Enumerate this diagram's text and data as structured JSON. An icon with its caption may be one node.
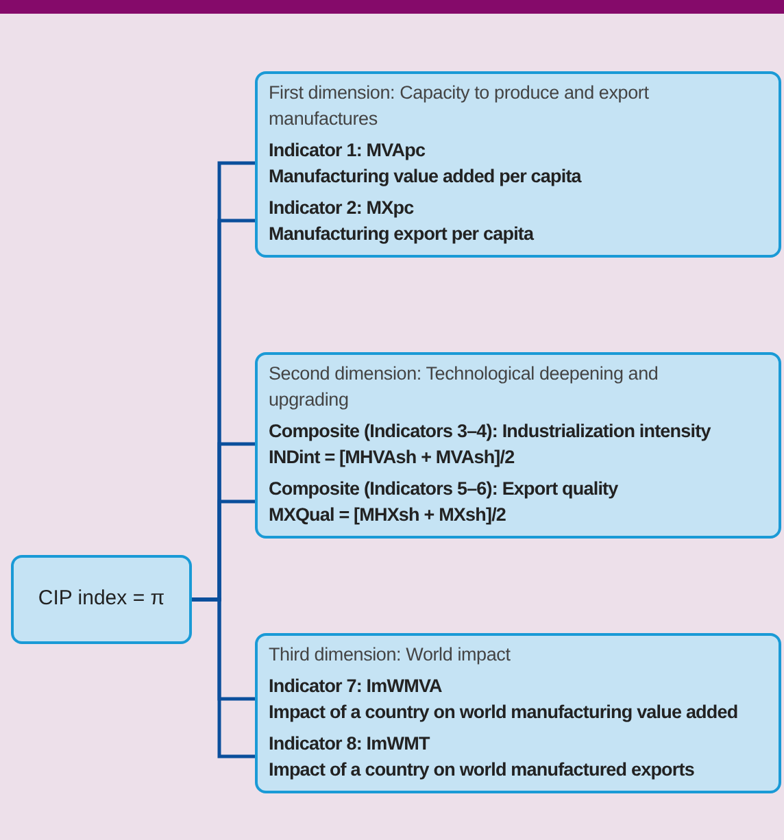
{
  "diagram": {
    "nodes": [
      {
        "text": [
          "CIP index = π"
        ]
      },
      {
        "text": [
          "First dimension: Capacity to produce and export manufactures"
        ]
      },
      {
        "text": [
          "Indicator 1: MVApc",
          "Manufacturing value added per capita"
        ],
        "in": 1
      },
      {
        "text": [
          "Indicator 2: MXpc",
          "Manufacturing export per capita"
        ],
        "in": 1
      },
      {
        "text": [
          "Second dimension: Technological deepening and upgrading"
        ]
      },
      {
        "text": [
          "Composite (Indicators 3–4): Industrialization intensity",
          "INDint = [MHVAsh + MVAsh]/2"
        ],
        "in": 4
      },
      {
        "text": [
          "Composite (Indicators 5–6): Export quality",
          "MXQual = [MHXsh + MXsh]/2"
        ],
        "in": 4
      },
      {
        "text": [
          "Third dimension: World impact"
        ]
      },
      {
        "text": [
          "Indicator 7: ImWMVA",
          "Impact of a country on world  manufacturing value added"
        ],
        "in": 7
      },
      {
        "text": [
          "Indicator 8: ImWMT",
          "Impact of a country on world manufactured exports"
        ],
        "in": 7
      }
    ],
    "edges": [
      {
        "from": 0,
        "to": 2,
        "arrow": "none"
      },
      {
        "from": 0,
        "to": 3,
        "arrow": "none"
      },
      {
        "from": 0,
        "to": 5,
        "arrow": "none"
      },
      {
        "from": 0,
        "to": 6,
        "arrow": "none"
      },
      {
        "from": 0,
        "to": 8,
        "arrow": "none"
      },
      {
        "from": 0,
        "to": 9,
        "arrow": "none"
      }
    ]
  }
}
